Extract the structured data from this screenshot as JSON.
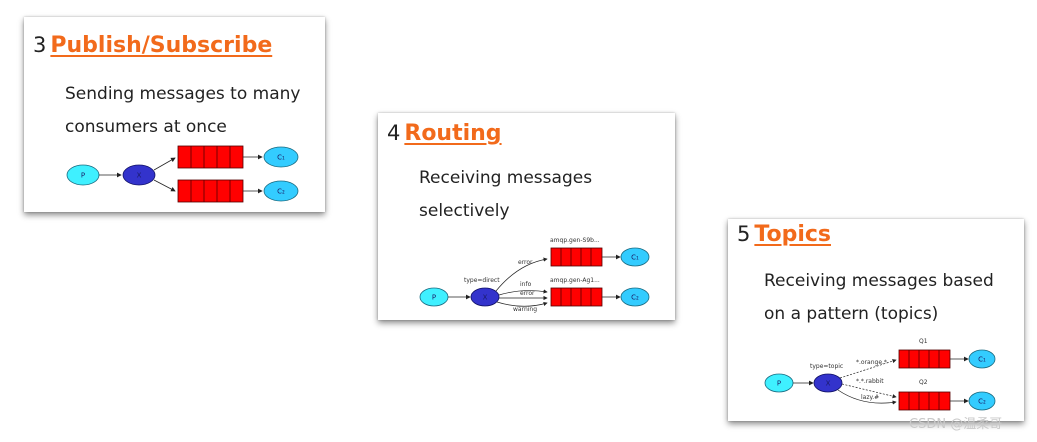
{
  "cards": [
    {
      "number": "3",
      "title": "Publish/Subscribe",
      "desc_lines": [
        "Sending messages to many",
        "consumers at once"
      ],
      "nodes": {
        "producer": "P",
        "exchange": "X",
        "consumer1": "C₁",
        "consumer2": "C₂"
      }
    },
    {
      "number": "4",
      "title": "Routing",
      "desc_lines": [
        "Receiving messages",
        "selectively"
      ],
      "nodes": {
        "producer": "P",
        "exchange": "X",
        "consumer1": "C₁",
        "consumer2": "C₂"
      },
      "exchange_label": "type=direct",
      "queue_labels": [
        "amqp.gen-S9b...",
        "amqp.gen-Ag1..."
      ],
      "edge_labels": [
        "error",
        "info",
        "error",
        "warning"
      ]
    },
    {
      "number": "5",
      "title": "Topics",
      "desc_lines": [
        "Receiving messages based",
        "on a pattern (topics)"
      ],
      "nodes": {
        "producer": "P",
        "exchange": "X",
        "consumer1": "C₁",
        "consumer2": "C₂"
      },
      "exchange_label": "type=topic",
      "queue_labels": [
        "Q1",
        "Q2"
      ],
      "edge_labels": [
        "*.orange.*",
        "*.*.rabbit",
        "lazy.#"
      ]
    }
  ],
  "watermark": "CSDN @温柔哥",
  "colors": {
    "title_link": "#f26a1b",
    "producer_fill": "#3ff0ff",
    "exchange_fill": "#3333cc",
    "queue_fill": "#ff0000",
    "consumer_fill": "#33ccff"
  }
}
